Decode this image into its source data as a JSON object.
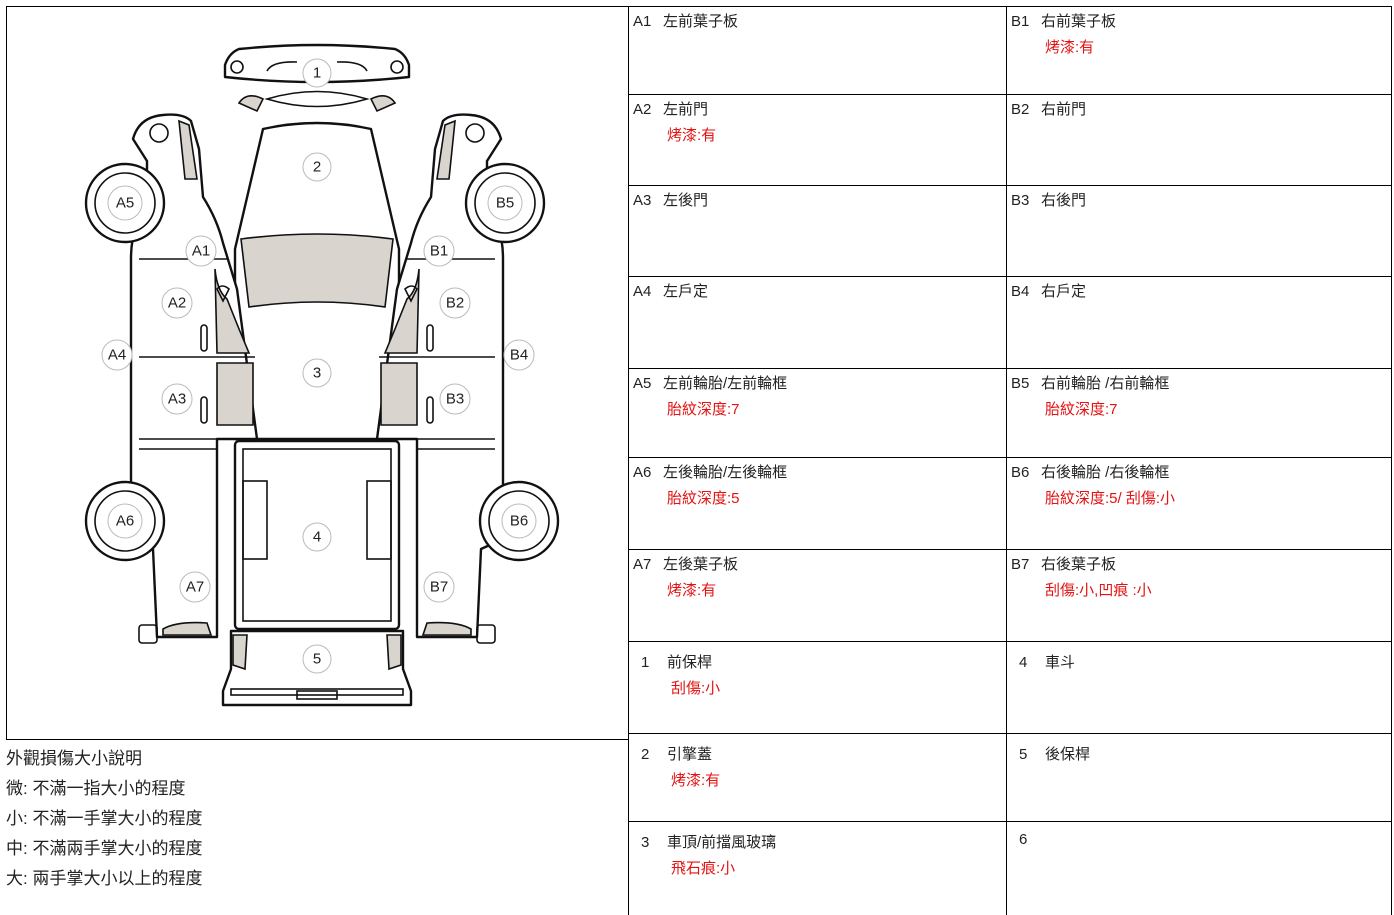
{
  "diagram": {
    "labels": [
      {
        "key": "1",
        "text": "1"
      },
      {
        "key": "2",
        "text": "2"
      },
      {
        "key": "3",
        "text": "3"
      },
      {
        "key": "4",
        "text": "4"
      },
      {
        "key": "5",
        "text": "5"
      },
      {
        "key": "A1",
        "text": "A1"
      },
      {
        "key": "A2",
        "text": "A2"
      },
      {
        "key": "A3",
        "text": "A3"
      },
      {
        "key": "A4",
        "text": "A4"
      },
      {
        "key": "A5",
        "text": "A5"
      },
      {
        "key": "A6",
        "text": "A6"
      },
      {
        "key": "A7",
        "text": "A7"
      },
      {
        "key": "B1",
        "text": "B1"
      },
      {
        "key": "B2",
        "text": "B2"
      },
      {
        "key": "B3",
        "text": "B3"
      },
      {
        "key": "B4",
        "text": "B4"
      },
      {
        "key": "B5",
        "text": "B5"
      },
      {
        "key": "B6",
        "text": "B6"
      },
      {
        "key": "B7",
        "text": "B7"
      }
    ]
  },
  "legend": {
    "title": "外觀損傷大小說明",
    "lines": [
      "微: 不滿一指大小的程度",
      "小: 不滿一手掌大小的程度",
      "中: 不滿兩手掌大小的程度",
      "大: 兩手掌大小以上的程度"
    ]
  },
  "table": {
    "rows": [
      [
        {
          "code": "A1",
          "name": "左前葉子板",
          "note": ""
        },
        {
          "code": "B1",
          "name": "右前葉子板",
          "note": "烤漆:有"
        }
      ],
      [
        {
          "code": "A2",
          "name": "左前門",
          "note": "烤漆:有"
        },
        {
          "code": "B2",
          "name": "右前門",
          "note": ""
        }
      ],
      [
        {
          "code": "A3",
          "name": "左後門",
          "note": ""
        },
        {
          "code": "B3",
          "name": "右後門",
          "note": ""
        }
      ],
      [
        {
          "code": "A4",
          "name": "左戶定",
          "note": ""
        },
        {
          "code": "B4",
          "name": "右戶定",
          "note": ""
        }
      ],
      [
        {
          "code": "A5",
          "name": "左前輪胎/左前輪框",
          "note": "胎紋深度:7"
        },
        {
          "code": "B5",
          "name": "右前輪胎 /右前輪框",
          "note": "胎紋深度:7"
        }
      ],
      [
        {
          "code": "A6",
          "name": "左後輪胎/左後輪框",
          "note": "胎紋深度:5"
        },
        {
          "code": "B6",
          "name": "右後輪胎 /右後輪框",
          "note": "胎紋深度:5/ 刮傷:小"
        }
      ],
      [
        {
          "code": "A7",
          "name": "左後葉子板",
          "note": "烤漆:有"
        },
        {
          "code": "B7",
          "name": "右後葉子板",
          "note": "刮傷:小,凹痕 :小"
        }
      ],
      [
        {
          "code": "1",
          "name": "前保桿",
          "note": "刮傷:小"
        },
        {
          "code": "4",
          "name": "車斗",
          "note": ""
        }
      ],
      [
        {
          "code": "2",
          "name": "引擎蓋",
          "note": "烤漆:有"
        },
        {
          "code": "5",
          "name": "後保桿",
          "note": ""
        }
      ],
      [
        {
          "code": "3",
          "name": "車頂/前擋風玻璃",
          "note": "飛石痕:小"
        },
        {
          "code": "6",
          "name": "",
          "note": ""
        }
      ]
    ]
  },
  "colors": {
    "note_red": "#e31313",
    "glass_gray": "#d9d4ce",
    "border": "#000000"
  }
}
